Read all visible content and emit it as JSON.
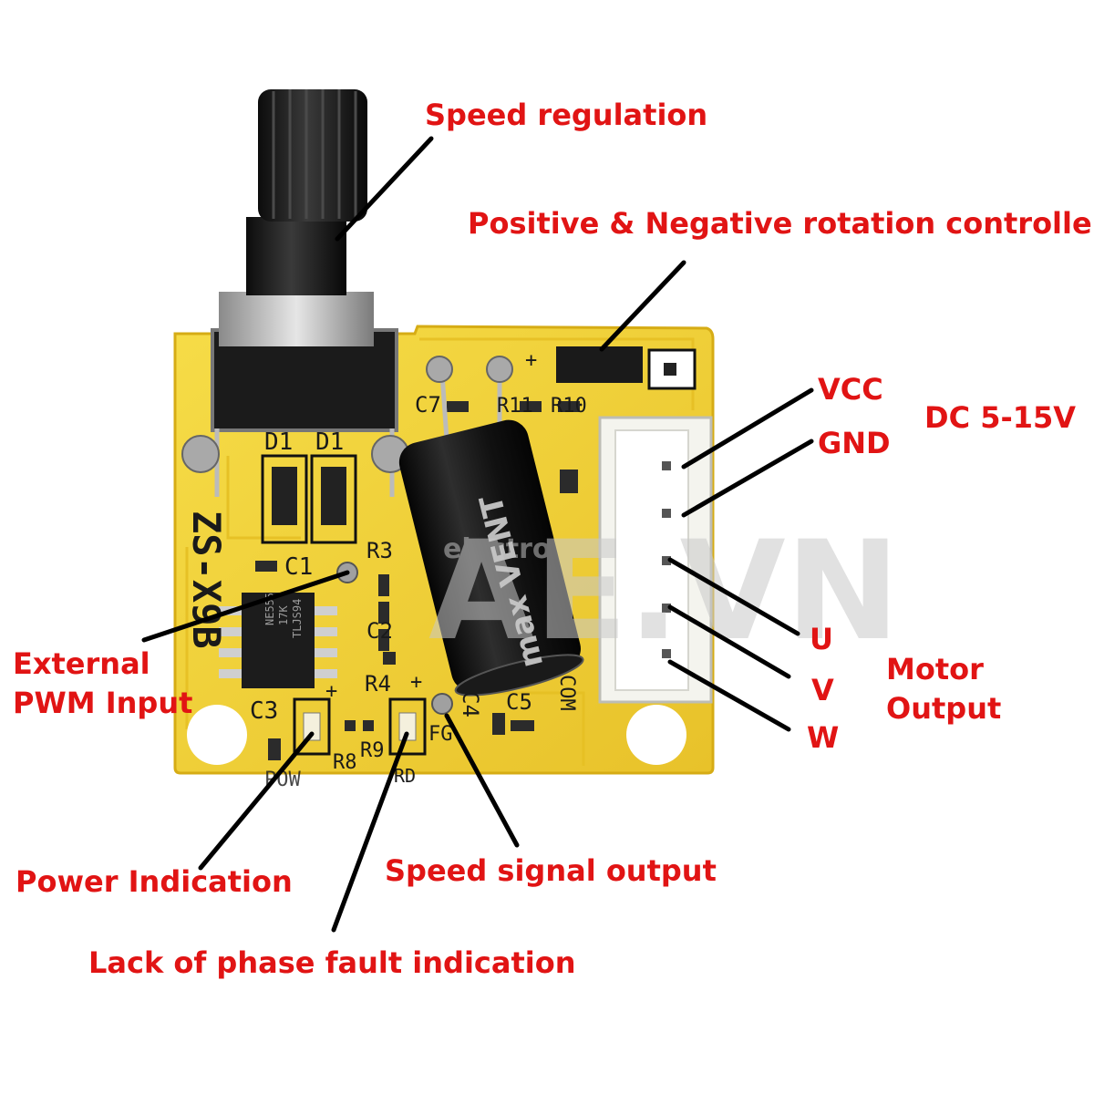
{
  "colors": {
    "label": "#e11414",
    "pcb": "#f2d43a",
    "pcb_edge": "#e0b81c",
    "leader": "#000000",
    "knob": "#161616",
    "connector": "#f4f4ee",
    "watermark": "#c9c9c9"
  },
  "labels": {
    "speed_regulation": "Speed regulation",
    "rotation_controller": "Positive & Negative rotation controlle",
    "vcc": "VCC",
    "gnd": "GND",
    "dc_range": "DC 5-15V",
    "u": "U",
    "v": "V",
    "w": "W",
    "motor_output_line1": "Motor",
    "motor_output_line2": "Output",
    "external_pwm_line1": "External",
    "external_pwm_line2": "PWM Input",
    "power_indication": "Power Indication",
    "speed_signal_output": "Speed signal output",
    "phase_fault_indication": "Lack of phase fault indication"
  },
  "board": {
    "model_text": "ZS-X9B",
    "silkscreen": [
      "D1",
      "D1",
      "C1",
      "R3",
      "C2",
      "C3",
      "R4",
      "R9",
      "R8",
      "POW",
      "RD",
      "FG",
      "C4",
      "C5",
      "COM",
      "C7",
      "R11",
      "R10",
      "+",
      "+",
      "+"
    ],
    "chip_text": [
      "NE555",
      "17K",
      "TLJS94"
    ],
    "capacitor_text": "max VENT"
  },
  "watermark": {
    "prefix": "electro",
    "main": "AE.VN"
  }
}
